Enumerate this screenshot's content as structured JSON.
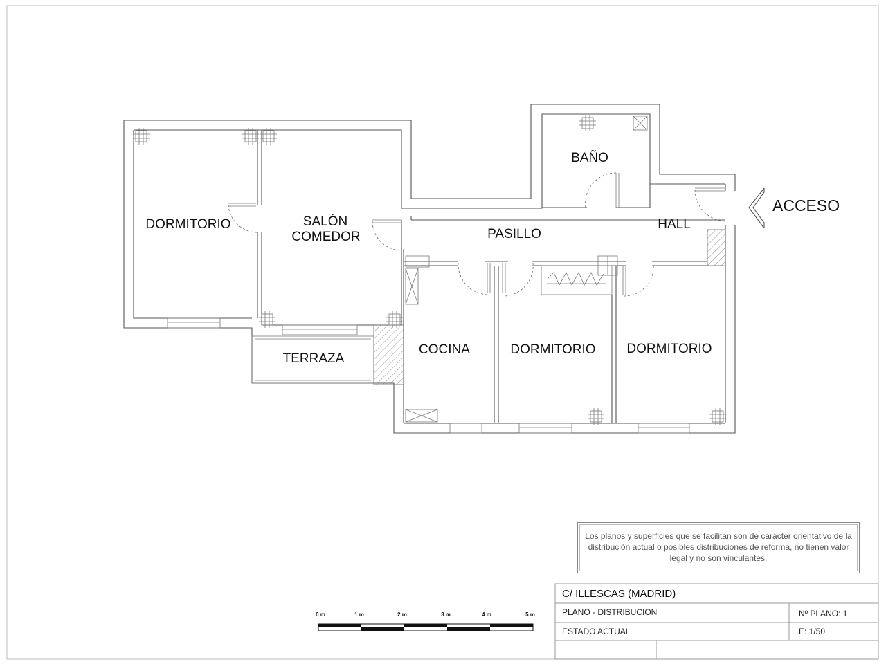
{
  "rooms": {
    "dormitorio_left": "DORMITORIO",
    "salon_line1": "SALÓN",
    "salon_line2": "COMEDOR",
    "pasillo": "PASILLO",
    "bano": "BAÑO",
    "hall": "HALL",
    "terraza": "TERRAZA",
    "cocina": "COCINA",
    "dormitorio_mid": "DORMITORIO",
    "dormitorio_right": "DORMITORIO"
  },
  "access_label": "ACCESO",
  "disclaimer": "Los planos y superficies que se facilitan son de carácter orientativo de la distribución actual o posibles distribuciones de reforma, no tienen valor legal y no son vinculantes.",
  "scale_bar": {
    "labels": [
      "0 m",
      "1 m",
      "2 m",
      "3 m",
      "4 m",
      "5 m"
    ]
  },
  "title_block": {
    "address": "C/  ILLESCAS   (MADRID)",
    "plano": "PLANO   -  DISTRIBUCION",
    "plano_num": "Nº PLANO:  1",
    "estado": "ESTADO  ACTUAL",
    "escala": "E: 1/50"
  }
}
